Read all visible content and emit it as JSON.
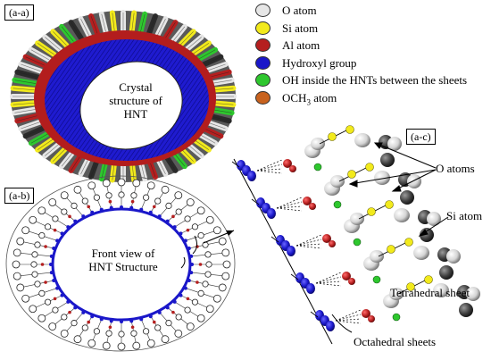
{
  "panels": {
    "a": "(a-a)",
    "b": "(a-b)",
    "c": "(a-c)"
  },
  "labels": {
    "crystal_l1": "Crystal",
    "crystal_l2": "structure of",
    "crystal_l3": "HNT",
    "front_l1": "Front view of",
    "front_l2": "HNT Structure",
    "o_atoms": "O atoms",
    "si_atom": "Si atom",
    "tetra": "Tetrahedral sheet",
    "octa": "Octahedral sheets"
  },
  "legend": [
    {
      "label": "O atom",
      "color": "#e6e6e6",
      "icon": "o-atom-swatch"
    },
    {
      "label": "Si atom",
      "color": "#f2ea1c",
      "icon": "si-atom-swatch"
    },
    {
      "label": "Al atom",
      "color": "#b51f1f",
      "icon": "al-atom-swatch"
    },
    {
      "label": "Hydroxyl group",
      "color": "#1a17c9",
      "icon": "hydroxyl-swatch"
    },
    {
      "label": "OH inside the HNTs between the sheets",
      "color": "#2ec72e",
      "icon": "oh-swatch"
    },
    {
      "label": "OCH",
      "sub": "3",
      "label_suffix": " atom",
      "color": "#c8621e",
      "icon": "och3-swatch"
    }
  ],
  "colors": {
    "o": "#e6e6e6",
    "si": "#f2ea1c",
    "al": "#b51f1f",
    "hydroxyl": "#1a17c9",
    "oh": "#2ec72e",
    "och3": "#c8621e"
  }
}
